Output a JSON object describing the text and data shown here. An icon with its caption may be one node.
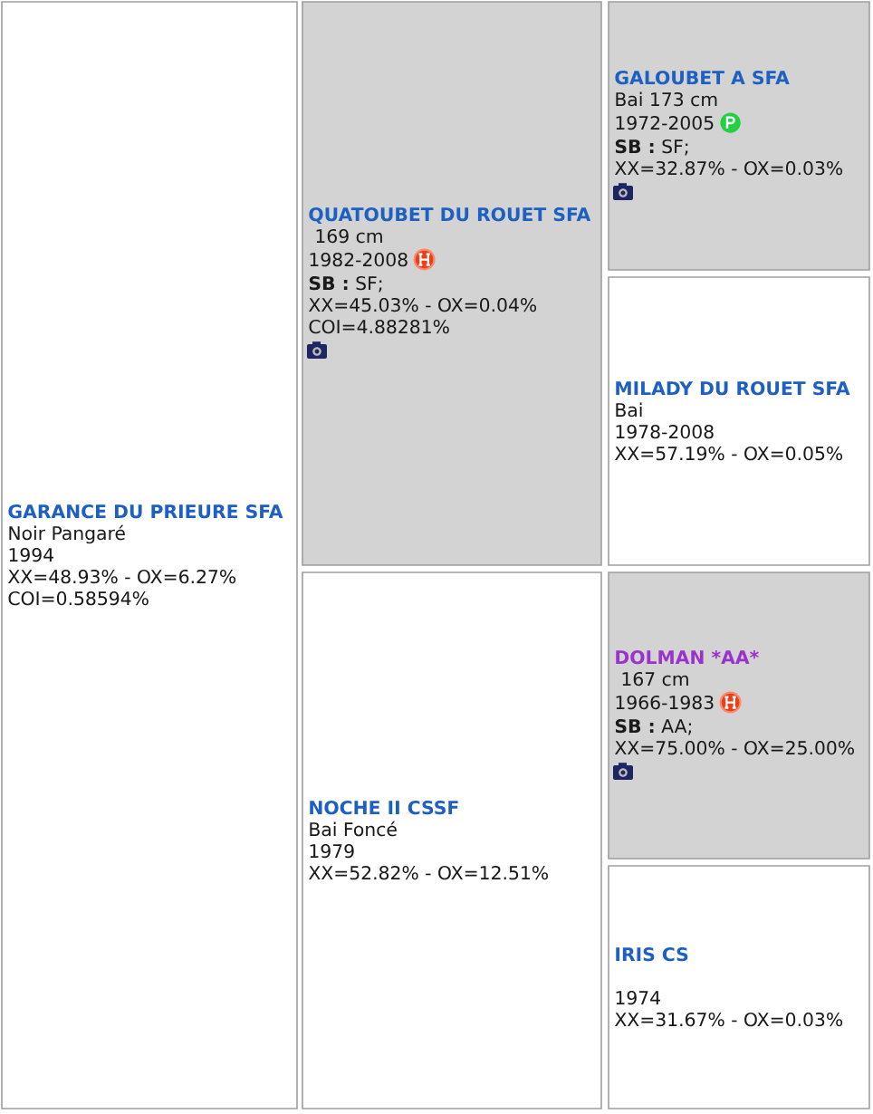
{
  "diagram": {
    "nodes": [
      {
        "text": [
          "GARANCE DU PRIEURE SFA",
          "Noir Pangaré",
          "1994",
          "XX=48.93% - OX=6.27%",
          "COI=0.58594%"
        ]
      },
      {
        "text": [
          "QUATOUBET DU ROUET SFA",
          "169 cm",
          "1982-2008",
          "**SB :** SF;",
          "XX=45.03% - OX=0.04%",
          "COI=4.88281%"
        ]
      },
      {
        "text": [
          "GALOUBET A SFA",
          "Bai 173 cm",
          "1972-2005",
          "**SB :** SF;",
          "XX=32.87% - OX=0.03%"
        ]
      },
      {
        "text": [
          "MILADY DU ROUET SFA",
          "Bai",
          "1978-2008",
          "XX=57.19% - OX=0.05%"
        ]
      },
      {
        "text": [
          "NOCHE II CSSF",
          "Bai Foncé",
          "1979",
          "XX=52.82% - OX=12.51%"
        ]
      },
      {
        "text": [
          "DOLMAN *AA*",
          "167 cm",
          "1966-1983",
          "**SB :** AA;",
          "XX=75.00% - OX=25.00%"
        ]
      },
      {
        "text": [
          "IRIS CS",
          "1974",
          "XX=31.67% - OX=0.03%"
        ]
      }
    ]
  }
}
